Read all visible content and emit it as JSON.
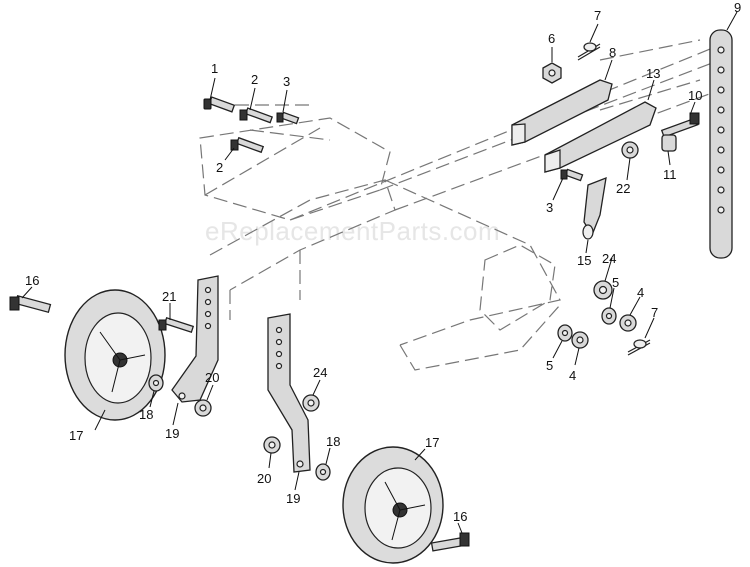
{
  "watermark": "eReplacementParts.com",
  "callouts": [
    "1",
    "2",
    "3",
    "2",
    "3",
    "4",
    "4",
    "5",
    "5",
    "6",
    "7",
    "7",
    "8",
    "9",
    "10",
    "11",
    "13",
    "15",
    "16",
    "16",
    "17",
    "17",
    "18",
    "18",
    "19",
    "19",
    "20",
    "20",
    "21",
    "22",
    "24",
    "24"
  ]
}
